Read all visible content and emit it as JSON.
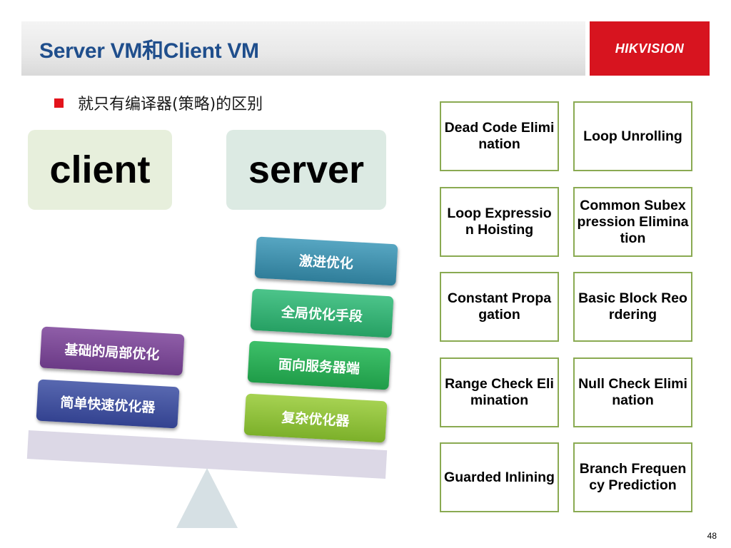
{
  "slide": {
    "title": "Server VM和Client VM",
    "logo_text": "HIKVISION",
    "bullet": "就只有编译器(策略)的区别",
    "page_number": "48"
  },
  "labels": {
    "client": "client",
    "server": "server"
  },
  "balance": {
    "left_blocks": [
      "基础的局部优化",
      "简单快速优化器"
    ],
    "right_blocks": [
      "激进优化",
      "全局优化手段",
      "面向服务器端",
      "复杂优化器"
    ]
  },
  "optimizations": [
    "Dead Code Elimination",
    "Loop Unrolling",
    "Loop Expression Hoisting",
    "Common Subexpression Elimination",
    "Constant Propagation",
    "Basic Block Reordering",
    "Range Check Elimination",
    "Null Check Elimination",
    "Guarded Inlining",
    "Branch Frequency Prediction"
  ],
  "colors": {
    "title": "#1f4e8c",
    "logo_bg": "#d7141f",
    "bullet": "#e3131b",
    "box_border": "#8aaa52"
  }
}
